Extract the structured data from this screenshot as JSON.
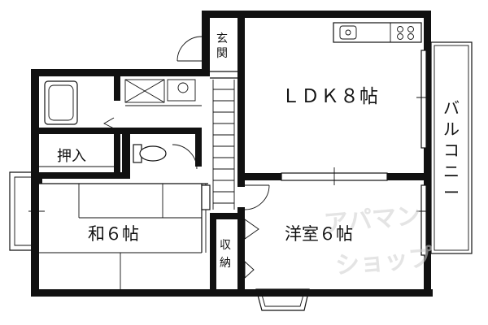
{
  "rooms": {
    "ldk": "ＬＤＫ８帖",
    "western": "洋室６帖",
    "japanese": "和６帖",
    "oshiire": "押入",
    "genkan_top": "玄",
    "genkan_bottom": "関",
    "storage_top": "収",
    "storage_bottom": "納",
    "balcony": [
      "バ",
      "ル",
      "コ",
      "ニ",
      "ー"
    ]
  },
  "watermark": {
    "line1": "アパマン",
    "line2": "ショップ"
  }
}
